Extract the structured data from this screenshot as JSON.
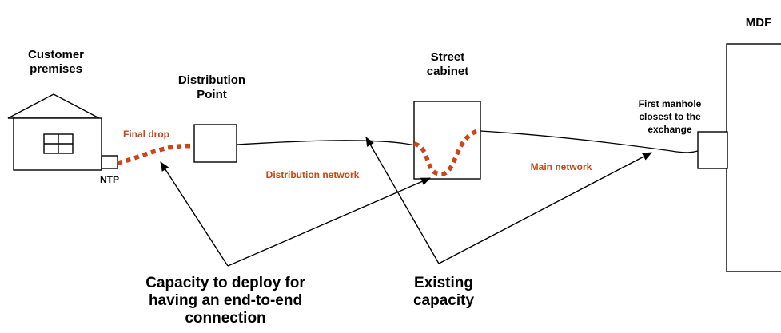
{
  "labels": {
    "customer_premises": "Customer\npremises",
    "distribution_point": "Distribution\nPoint",
    "street_cabinet": "Street\ncabinet",
    "mdf": "MDF",
    "first_manhole": "First manhole\nclosest to the\nexchange",
    "ntp": "NTP",
    "final_drop": "Final drop",
    "distribution_network": "Distribution network",
    "main_network": "Main network",
    "capacity_to_deploy": "Capacity to deploy for\nhaving an end-to-end\nconnection",
    "existing_capacity": "Existing\ncapacity"
  },
  "colors": {
    "segment_label": "#c8461a",
    "new_capacity_cable": "#c8461a",
    "line": "#000000"
  }
}
